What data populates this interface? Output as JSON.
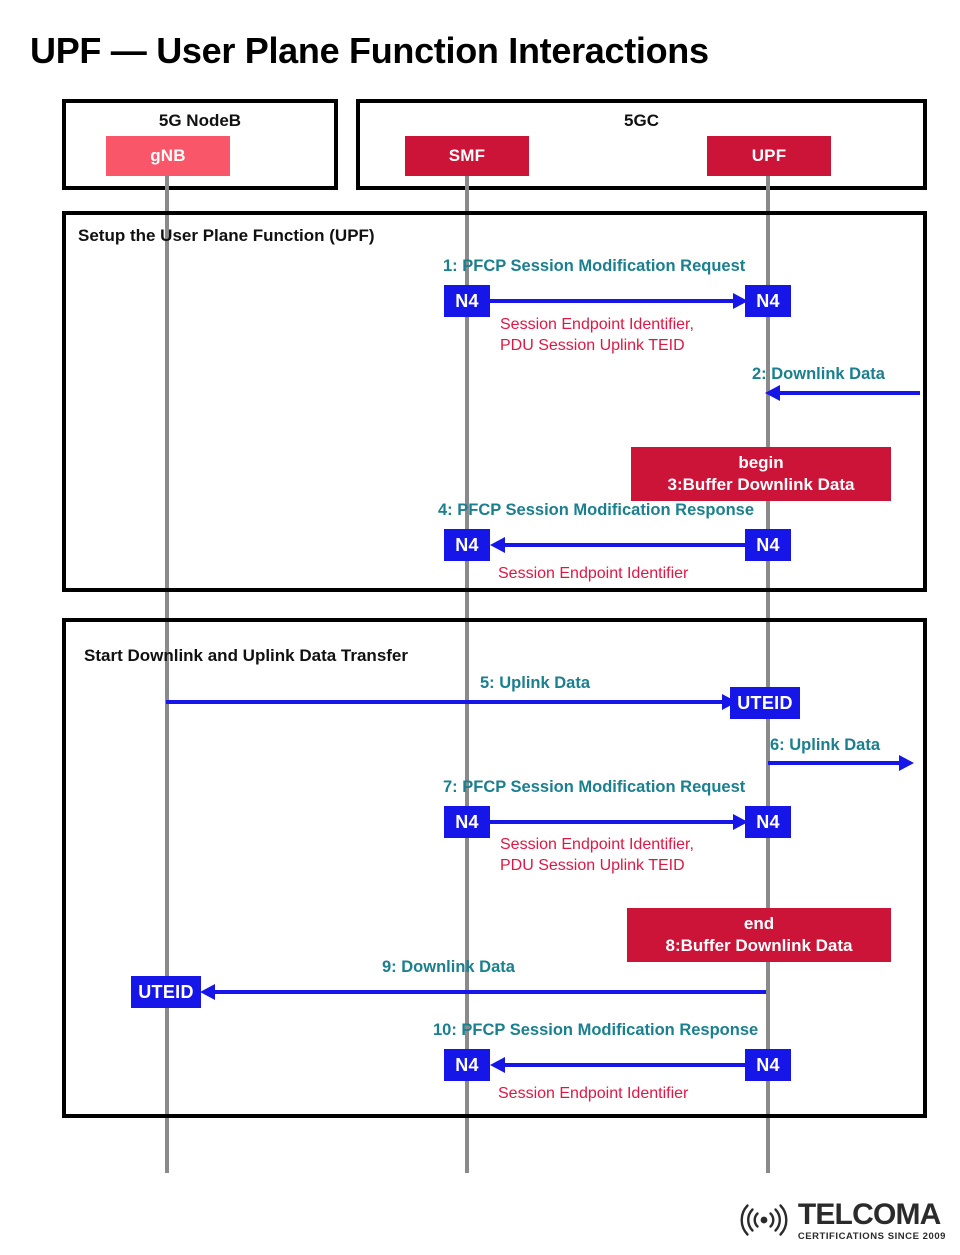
{
  "title": "UPF — User Plane Function Interactions",
  "colors": {
    "gnb": "#f9566a",
    "smf": "#cc1338",
    "upf": "#cc1338",
    "message_label": "#1a7f8e",
    "params": "#e01744",
    "arrow": "#1616e8",
    "tag_box": "#1616e8",
    "note_box": "#cc1338",
    "lifeline": "#8a8a8a",
    "frame_border": "#000000"
  },
  "groups": [
    {
      "name": "gnb-group",
      "label": "5G NodeB"
    },
    {
      "name": "5gc-group",
      "label": "5GC"
    }
  ],
  "actors": [
    {
      "name": "gnb",
      "label": "gNB"
    },
    {
      "name": "smf",
      "label": "SMF"
    },
    {
      "name": "upf",
      "label": "UPF"
    }
  ],
  "frames": [
    {
      "name": "setup-frame",
      "label": "Setup the User Plane Function (UPF)"
    },
    {
      "name": "transfer-frame",
      "label": "Start Downlink and Uplink Data Transfer"
    }
  ],
  "messages": [
    {
      "num": "1",
      "label": "1: PFCP Session Modification Request",
      "from": "SMF",
      "to": "UPF",
      "direction": "right",
      "source_tag": "N4",
      "target_tag": "N4",
      "params": "Session Endpoint Identifier,\nPDU Session Uplink TEID"
    },
    {
      "num": "2",
      "label": "2: Downlink Data",
      "from": "external",
      "to": "UPF",
      "direction": "left",
      "source_tag": "",
      "target_tag": "",
      "params": ""
    },
    {
      "num": "3",
      "label": "begin\n3:Buffer Downlink Data",
      "line1": "begin",
      "line2": "3:Buffer Downlink Data",
      "type": "note",
      "on": "UPF"
    },
    {
      "num": "4",
      "label": "4: PFCP Session Modification Response",
      "from": "UPF",
      "to": "SMF",
      "direction": "left",
      "source_tag": "N4",
      "target_tag": "N4",
      "params": "Session Endpoint Identifier"
    },
    {
      "num": "5",
      "label": "5: Uplink Data",
      "from": "gNB",
      "to": "UPF",
      "direction": "right",
      "target_tag": "UTEID",
      "params": ""
    },
    {
      "num": "6",
      "label": "6: Uplink Data",
      "from": "UPF",
      "to": "external",
      "direction": "right",
      "params": ""
    },
    {
      "num": "7",
      "label": "7: PFCP Session Modification Request",
      "from": "SMF",
      "to": "UPF",
      "direction": "right",
      "source_tag": "N4",
      "target_tag": "N4",
      "params": "Session Endpoint Identifier,\nPDU Session Uplink TEID"
    },
    {
      "num": "8",
      "label": "end\n8:Buffer Downlink Data",
      "line1": "end",
      "line2": "8:Buffer Downlink Data",
      "type": "note",
      "on": "UPF"
    },
    {
      "num": "9",
      "label": "9: Downlink Data",
      "from": "UPF",
      "to": "gNB",
      "direction": "left",
      "target_tag": "UTEID",
      "params": ""
    },
    {
      "num": "10",
      "label": "10: PFCP Session Modification Response",
      "from": "UPF",
      "to": "SMF",
      "direction": "left",
      "source_tag": "N4",
      "target_tag": "N4",
      "params": "Session Endpoint Identifier"
    }
  ],
  "logo": {
    "word": "TELCOMA",
    "tagline": "CERTIFICATIONS SINCE 2009"
  }
}
